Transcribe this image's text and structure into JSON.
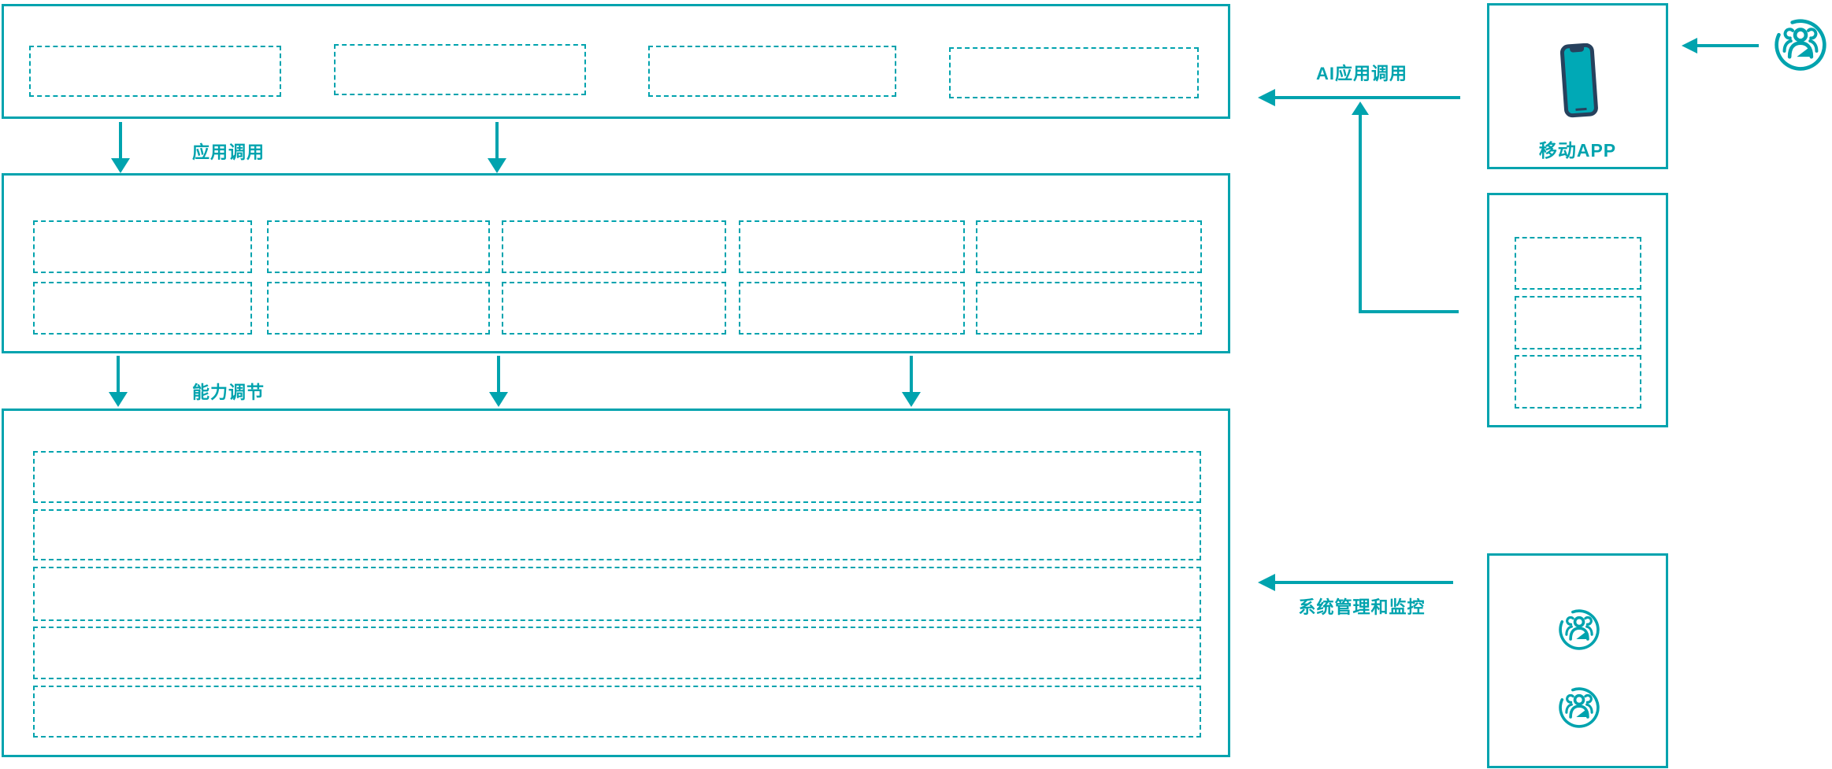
{
  "diagram": {
    "flow_labels": {
      "app_call": "应用调用",
      "capability_adjust": "能力调节",
      "ai_app_call": "AI应用调用",
      "system_monitor": "系统管理和监控"
    },
    "right_column": {
      "mobile_app_label": "移动APP"
    },
    "icons": {
      "phone": "mobile-phone-icon",
      "user_group": "user-group-icon",
      "arrow_down": "arrow-down-icon",
      "arrow_left": "arrow-left-icon",
      "arrow_up_connector": "arrow-up-connector-icon"
    },
    "colors": {
      "accent": "#00a3ae",
      "phone_body": "#27415d",
      "phone_screen": "#00a9b6"
    }
  }
}
